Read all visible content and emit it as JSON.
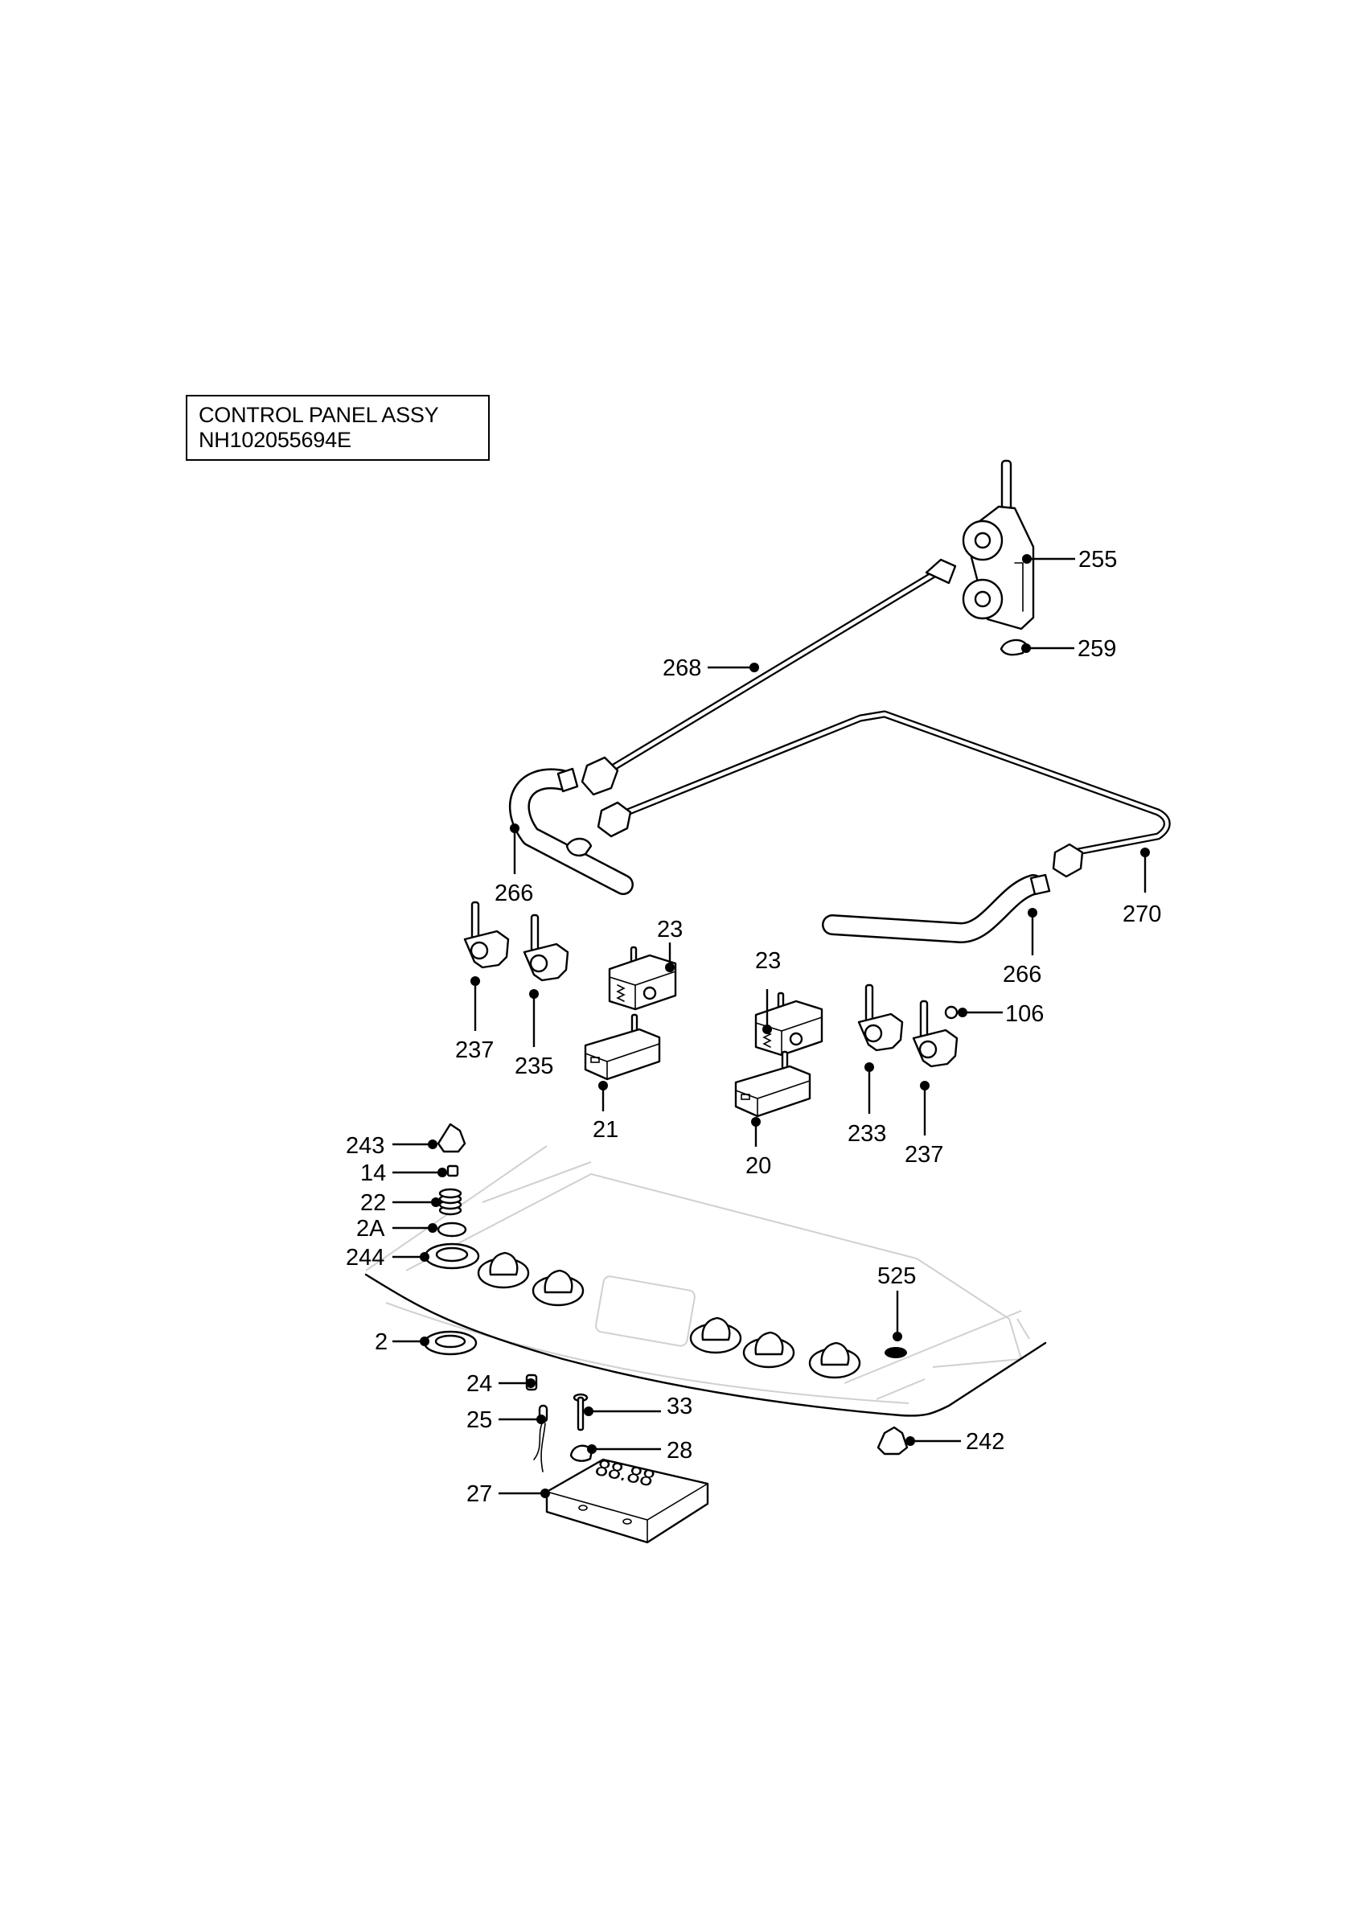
{
  "title": {
    "line1": "CONTROL PANEL ASSY",
    "line2": "NH102055694E"
  },
  "display_readout": "88.88",
  "callouts": {
    "c255": "255",
    "c259": "259",
    "c268": "268",
    "c266a": "266",
    "c270": "270",
    "c266b": "266",
    "c23a": "23",
    "c23b": "23",
    "c106": "106",
    "c237a": "237",
    "c235": "235",
    "c21": "21",
    "c20": "20",
    "c233": "233",
    "c237b": "237",
    "c243": "243",
    "c14": "14",
    "c22": "22",
    "c2A": "2A",
    "c244": "244",
    "c525": "525",
    "c2": "2",
    "c24": "24",
    "c25": "25",
    "c33": "33",
    "c28": "28",
    "c242": "242",
    "c27": "27"
  }
}
